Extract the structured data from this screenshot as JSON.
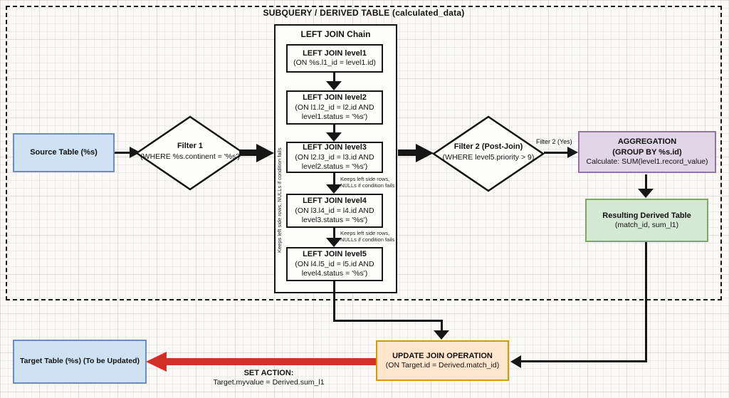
{
  "diagram": {
    "subquery_container": {
      "title": "SUBQUERY / DERIVED TABLE (calculated_data)"
    },
    "chain": {
      "title": "LEFT JOIN Chain",
      "side_note": "Keeps left side rows, NULLs if condition fails",
      "arrow_note": {
        "line1": "Keeps left side rows,",
        "line2": "NULLs if condition fails"
      },
      "joins": [
        {
          "title": "LEFT JOIN level1",
          "cond1": "(ON %s.l1_id = level1.id)"
        },
        {
          "title": "LEFT JOIN level2",
          "cond1": "(ON l1.l2_id = l2.id AND",
          "cond2": "level1.status = '%s')"
        },
        {
          "title": "LEFT JOIN level3",
          "cond1": "(ON l2.l3_id = l3.id AND",
          "cond2": "level2.status = '%s')"
        },
        {
          "title": "LEFT JOIN level4",
          "cond1": "(ON l3.l4_id = l4.id AND",
          "cond2": "level3.status = '%s')"
        },
        {
          "title": "LEFT JOIN level5",
          "cond1": "(ON l4.l5_id = l5.id AND",
          "cond2": "level4.status = '%s')"
        }
      ]
    },
    "source_table": {
      "label": "Source Table (%s)"
    },
    "filter1": {
      "title": "Filter 1",
      "condition": "(WHERE %s.continent = '%s')"
    },
    "filter2": {
      "title": "Filter 2 (Post-Join)",
      "condition": "(WHERE level5.priority > 9)",
      "yes_label": "Filter 2 (Yes)"
    },
    "aggregation": {
      "line1": "AGGREGATION",
      "line2": "(GROUP BY %s.id)",
      "line3": "Calculate: SUM(level1.record_value)"
    },
    "derived_table": {
      "title": "Resulting Derived Table",
      "subtitle": "(match_id, sum_l1)"
    },
    "update_join": {
      "title": "UPDATE JOIN OPERATION",
      "subtitle": "(ON Target.id = Derived.match_id)"
    },
    "target_table": {
      "label": "Target Table (%s) (To be Updated)"
    },
    "set_action": {
      "title": "SET ACTION:",
      "detail": "Target.myvalue = Derived.sum_l1"
    }
  },
  "colors": {
    "blue_fill": "#cfe2f3",
    "blue_border": "#6c8ebf",
    "purple_fill": "#e1d5e7",
    "purple_border": "#9673a6",
    "green_fill": "#d5e8d4",
    "green_border": "#7ca860",
    "orange_fill": "#ffe6cc",
    "orange_border": "#d79b00",
    "red_arrow": "#d42f26",
    "line_color": "#161616"
  }
}
